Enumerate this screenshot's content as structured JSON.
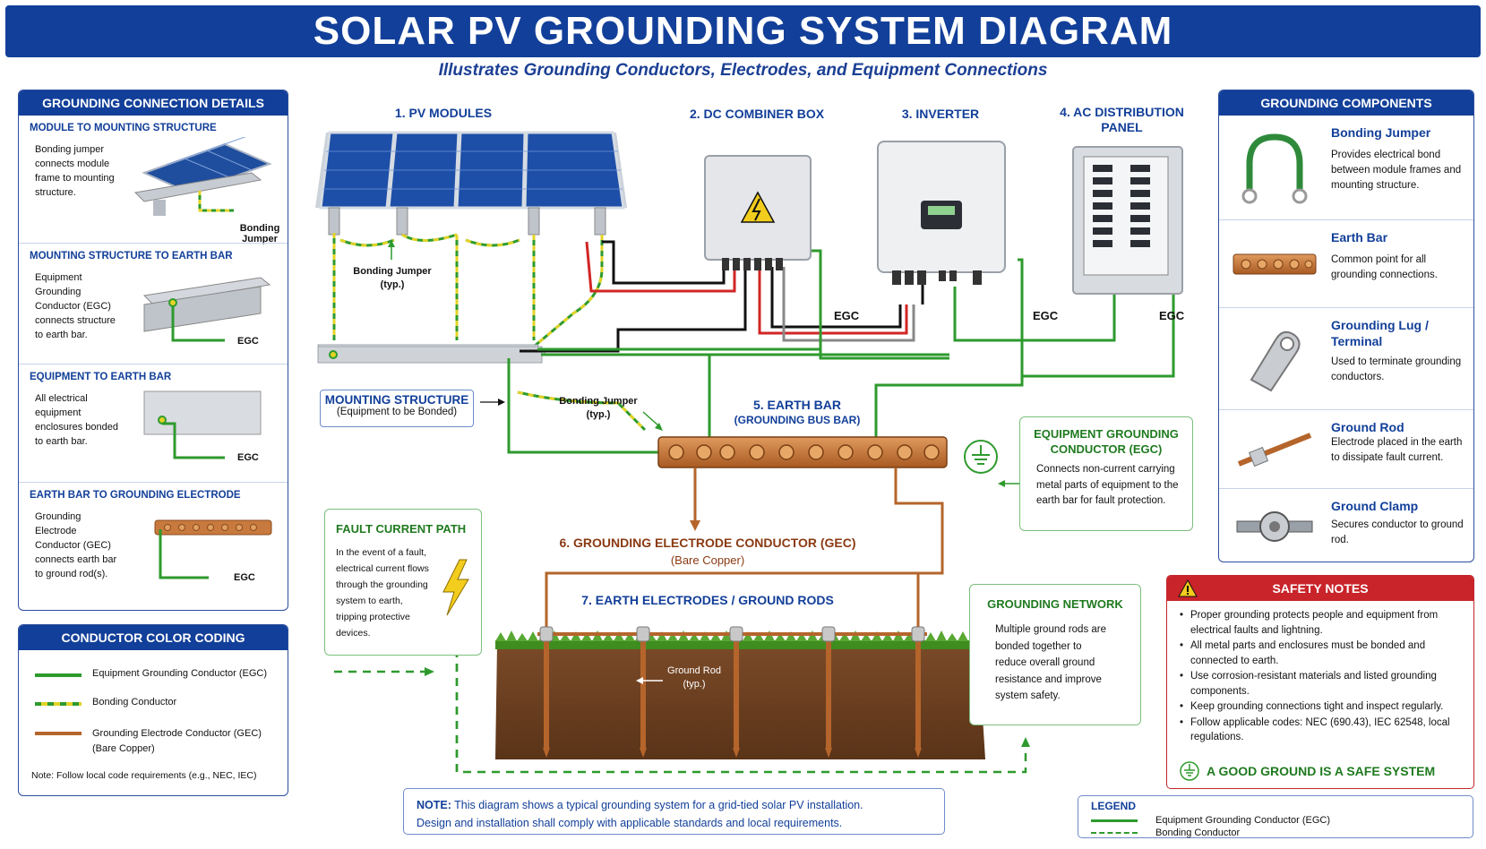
{
  "title": "SOLAR PV GROUNDING SYSTEM DIAGRAM",
  "subtitle": "Illustrates Grounding Conductors, Electrodes, and Equipment Connections",
  "colors": {
    "egc_green": "#2e9a2e",
    "bonding_yellow": "#e3d327",
    "gec_copper": "#b5652b",
    "navy": "#123f99",
    "safety_red": "#c8242a"
  },
  "left_panel": {
    "title": "GROUNDING CONNECTION DETAILS",
    "sections": [
      {
        "title": "MODULE TO MOUNTING STRUCTURE",
        "desc": "Bonding jumper connects module frame to mounting structure.",
        "label": "Bonding Jumper"
      },
      {
        "title": "MOUNTING STRUCTURE TO EARTH BAR",
        "desc": "Equipment Grounding Conductor (EGC) connects structure to earth bar.",
        "label": "EGC"
      },
      {
        "title": "EQUIPMENT TO EARTH BAR",
        "desc": "All electrical equipment enclosures bonded to earth bar.",
        "label": "EGC"
      },
      {
        "title": "EARTH BAR TO GROUNDING ELECTRODE",
        "desc": "Grounding Electrode Conductor (GEC) connects earth bar to ground rod(s).",
        "label": "EGC"
      }
    ]
  },
  "color_coding": {
    "title": "CONDUCTOR COLOR CODING",
    "items": [
      {
        "label": "Equipment Grounding Conductor (EGC)"
      },
      {
        "label": "Bonding Conductor"
      },
      {
        "label": "Grounding Electrode Conductor (GEC)",
        "sub": "(Bare Copper)"
      }
    ],
    "note": "Note: Follow local code requirements (e.g., NEC, IEC)"
  },
  "stages": {
    "pv": "1. PV MODULES",
    "combiner": "2. DC COMBINER BOX",
    "inverter": "3. INVERTER",
    "ac_panel_1": "4. AC DISTRIBUTION",
    "ac_panel_2": "PANEL",
    "earth_bar": "5. EARTH BAR",
    "earth_bar_sub": "(GROUNDING BUS BAR)",
    "gec": "6. GROUNDING ELECTRODE CONDUCTOR (GEC)",
    "gec_sub": "(Bare Copper)",
    "electrodes": "7. EARTH ELECTRODES / GROUND RODS"
  },
  "diagram_labels": {
    "bonding_jumper_1": "Bonding Jumper",
    "bonding_jumper_2": "Bonding Jumper",
    "typ": "(typ.)",
    "egc": "EGC",
    "mounting_title": "MOUNTING STRUCTURE",
    "mounting_sub": "(Equipment to be Bonded)",
    "ground_rod": "Ground Rod",
    "ground_rod_typ": "(typ.)"
  },
  "egc_box": {
    "title_1": "EQUIPMENT GROUNDING",
    "title_2": "CONDUCTOR (EGC)",
    "desc": "Connects non-current carrying metal parts of equipment to the earth bar for fault protection."
  },
  "fault_box": {
    "title": "FAULT CURRENT PATH",
    "desc": "In the event of a fault, electrical current flows through the grounding system to earth, tripping protective devices."
  },
  "network_box": {
    "title": "GROUNDING NETWORK",
    "desc": "Multiple ground rods are bonded together to reduce overall ground resistance and improve system safety."
  },
  "components": {
    "title": "GROUNDING COMPONENTS",
    "items": [
      {
        "name": "Bonding Jumper",
        "desc": "Provides electrical bond between module frames and mounting structure.",
        "icon": "bonding-jumper-icon"
      },
      {
        "name": "Earth Bar",
        "desc": "Common point for all grounding connections.",
        "icon": "earth-bar-icon"
      },
      {
        "name": "Grounding Lug / Terminal",
        "desc": "Used to terminate grounding conductors.",
        "icon": "grounding-lug-icon"
      },
      {
        "name": "Ground Rod",
        "desc": "Electrode placed in the earth to dissipate fault current.",
        "icon": "ground-rod-icon"
      },
      {
        "name": "Ground Clamp",
        "desc": "Secures conductor to ground rod.",
        "icon": "ground-clamp-icon"
      }
    ]
  },
  "safety": {
    "title": "SAFETY NOTES",
    "items": [
      "Proper grounding protects people and equipment from electrical faults and lightning.",
      "All metal parts and enclosures must be bonded and connected to earth.",
      "Use corrosion-resistant materials and listed grounding components.",
      "Keep grounding connections tight and inspect regularly.",
      "Follow applicable codes: NEC (690.43), IEC 62548, local regulations."
    ],
    "motto": "A GOOD GROUND IS A SAFE SYSTEM"
  },
  "note": {
    "prefix": "NOTE:",
    "line1": "This diagram shows a typical grounding system for a grid-tied solar PV installation.",
    "line2": "Design and installation shall comply with applicable standards and local requirements."
  },
  "legend": {
    "title": "LEGEND",
    "egc": "Equipment Grounding Conductor (EGC)",
    "bonding": "Bonding Conductor"
  }
}
